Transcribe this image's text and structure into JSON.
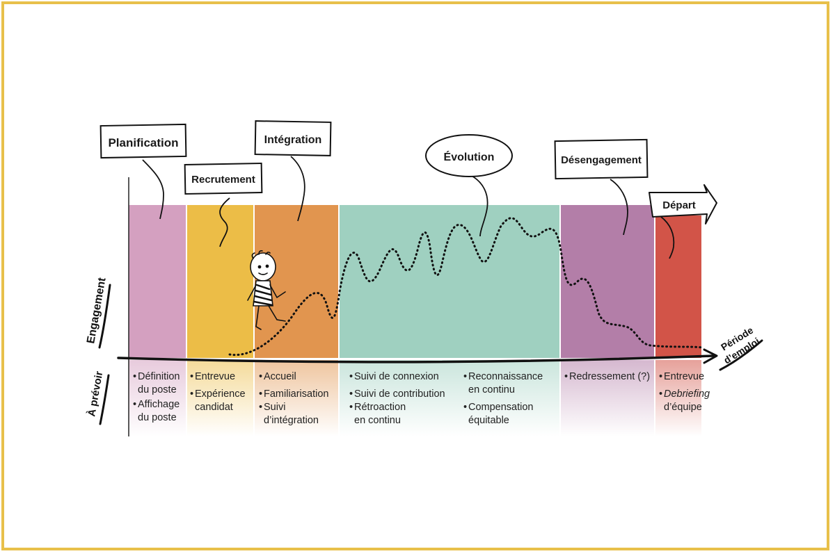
{
  "phases": [
    {
      "id": "planification",
      "label": "Planification",
      "color": "#d4a0c0"
    },
    {
      "id": "recrutement",
      "label": "Recrutement",
      "color": "#ecbd47"
    },
    {
      "id": "integration",
      "label": "Intégration",
      "color": "#e1954f"
    },
    {
      "id": "evolution",
      "label": "Évolution",
      "color": "#9fd0c0"
    },
    {
      "id": "desengagement",
      "label": "Désengagement",
      "color": "#b37ea8"
    },
    {
      "id": "depart",
      "label": "Départ",
      "color": "#d25448"
    }
  ],
  "axes": {
    "y_label": "Engagement",
    "x_label_line1": "Période",
    "x_label_line2": "d’emploi",
    "below_label": "À prévoir"
  },
  "a_prevoir": {
    "planification": [
      "Définition",
      "du poste",
      "Affichage",
      "du poste"
    ],
    "recrutement": [
      "Entrevue",
      "Expérience",
      "candidat"
    ],
    "integration": [
      "Accueil",
      "Familiarisation",
      "Suivi",
      "d’intégration"
    ],
    "evolution_col1": [
      "Suivi de connexion",
      "Suivi de contribution",
      "Rétroaction",
      "en continu"
    ],
    "evolution_col2": [
      "Reconnaissance",
      "en continu",
      "Compensation",
      "équitable"
    ],
    "desengagement": [
      "Redressement (?)"
    ],
    "depart": [
      "Entrevue",
      "Debriefing",
      "d’équipe"
    ]
  }
}
